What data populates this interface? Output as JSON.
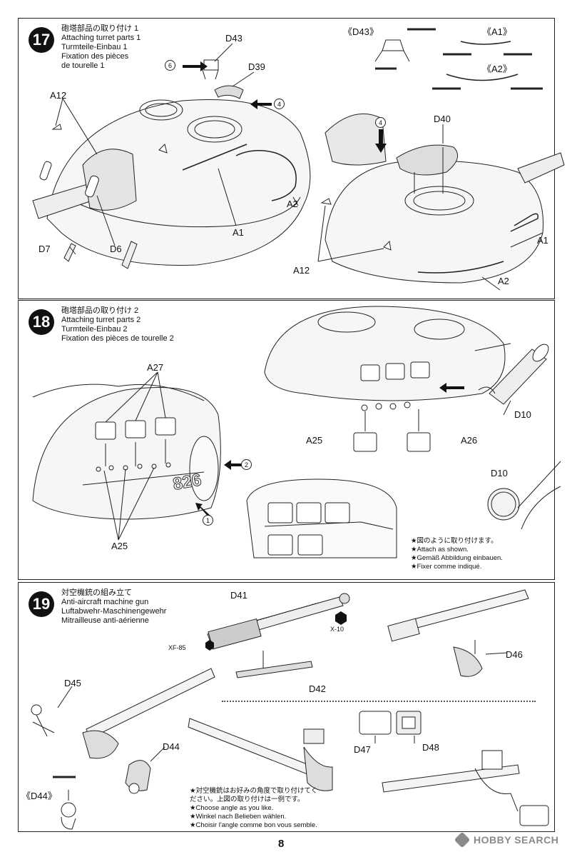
{
  "steps": [
    {
      "number": "17",
      "title_jp": "砲塔部品の取り付け 1",
      "title_en": "Attaching turret parts 1",
      "title_de": "Turmteile-Einbau 1",
      "title_fr_1": "Fixation des pièces",
      "title_fr_2": "de tourelle 1",
      "labels": {
        "d43": "D43",
        "d39": "D39",
        "a12_left": "A12",
        "d7": "D7",
        "d6": "D6",
        "a1_left": "A1",
        "a2_left": "A2",
        "d40": "D40",
        "a12_right": "A12",
        "a1_right": "A1",
        "a2_right": "A2",
        "detail_d43": "《D43》",
        "detail_a1": "《A1》",
        "detail_a2": "《A2》"
      },
      "callouts": {
        "c6": "6",
        "c4a": "4",
        "c4b": "4"
      }
    },
    {
      "number": "18",
      "title_jp": "砲塔部品の取り付け 2",
      "title_en": "Attaching turret parts 2",
      "title_de": "Turmteile-Einbau 2",
      "title_fr": "Fixation des pièces de tourelle 2",
      "labels": {
        "a27": "A27",
        "a25_left": "A25",
        "d10": "D10",
        "a25_right": "A25",
        "a26": "A26",
        "d10_detail": "D10",
        "hull_number": "826"
      },
      "callouts": {
        "c2": "2",
        "c1": "1"
      },
      "note": [
        "★図のように取り付けます。",
        "★Attach as shown.",
        "★Gemäß Abbildung einbauen.",
        "★Fixer comme indiqué."
      ]
    },
    {
      "number": "19",
      "title_jp": "対空機銃の組み立て",
      "title_en": "Anti-aircraft machine gun",
      "title_de": "Luftabwehr-Maschinengewehr",
      "title_fr": "Mitrailleuse anti-aérienne",
      "labels": {
        "d41": "D41",
        "x10": "X-10",
        "xf85": "XF-85",
        "d42": "D42",
        "d46": "D46",
        "d45": "D45",
        "d44": "D44",
        "d47": "D47",
        "d48": "D48",
        "detail_d44": "《D44》"
      },
      "note": [
        "★対空機銃はお好みの角度で取り付けてく",
        "ださい。上図の取り付けは一例です。",
        "★Choose angle as you like.",
        "★Winkel nach Belieben wählen.",
        "★Choisir l'angle comme bon vous semble."
      ]
    }
  ],
  "footer": {
    "page_number": "8",
    "watermark": "HOBBY SEARCH"
  }
}
